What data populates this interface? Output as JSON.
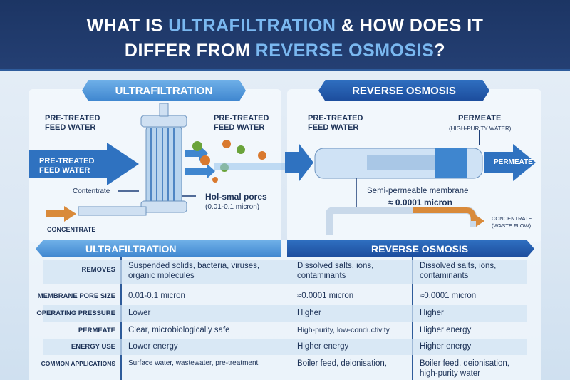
{
  "title": {
    "line1_a": "WHAT IS ",
    "line1_hl": "ULTRAFILTRATION",
    "line1_b": " & HOW DOES IT",
    "line2_a": "DIFFER FROM ",
    "line2_hl": "REVERSE OSMOSIS",
    "line2_b": "?"
  },
  "uf_diagram": {
    "banner": "ULTRAFILTRATION",
    "feed_top_left": "PRE-TREATED\nFEED WATER",
    "feed_top_right": "PRE-TREATED\nFEED WATER",
    "feed_arrow": "PRE-TREATED\nFEED WATER",
    "contentrate": "Contentrate",
    "pores": "Hol-smal pores",
    "pores_range": "(0.01-0.1 micron)",
    "concentrate": "CONCENTRATE"
  },
  "ro_diagram": {
    "banner": "REVERSE OSMOSIS",
    "feed": "PRE-TREATED\nFEED WATER",
    "permeate": "PERMEATE",
    "permeate_sub": "(HIGH-PURITY WATER)",
    "permeate_arrow": "PERMEATE",
    "membrane": "Semi-permeable membrane",
    "membrane_size": "≈ 0.0001 micron",
    "concentrate": "CONCENTRATE",
    "concentrate_sub": "(WASTE FLOW)"
  },
  "table": {
    "uf_header": "ULTRAFILTRATION",
    "ro_header": "REVERSE OSMOSIS",
    "rows": [
      {
        "label": "REMOVES",
        "uf": "Suspended solids, bacteria, viruses, organic molecules",
        "ro1": "Dissolved salts, ions, contaminants",
        "ro2": "Dissolved salts, ions, contaminants"
      },
      {
        "label": "MEMBRANE PORE SIZE",
        "uf": "0.01-0.1 micron",
        "ro1": "≈0.0001 micron",
        "ro2": "≈0.0001 micron"
      },
      {
        "label": "OPERATING PRESSURE",
        "uf": "Lower",
        "ro1": "Higher",
        "ro2": "Higher"
      },
      {
        "label": "PERMEATE",
        "uf": "Clear, microbiologically safe",
        "ro1": "High-purity, low-conductivity",
        "ro2": "Higher energy"
      },
      {
        "label": "ENERGY USE",
        "uf": "Lower energy",
        "ro1": "Higher energy",
        "ro2": "Higher energy"
      },
      {
        "label": "COMMON APPLICATIONS",
        "uf": "Surface water, wastewater, pre-treatment",
        "ro1": "Boiler feed, deionisation,",
        "ro2": "Boiler feed, deionisation, high-purity water"
      }
    ]
  },
  "colors": {
    "navy": "#1c3564",
    "accent": "#2f6fc0",
    "light": "#5fa3e0",
    "orange": "#d98a3a"
  }
}
